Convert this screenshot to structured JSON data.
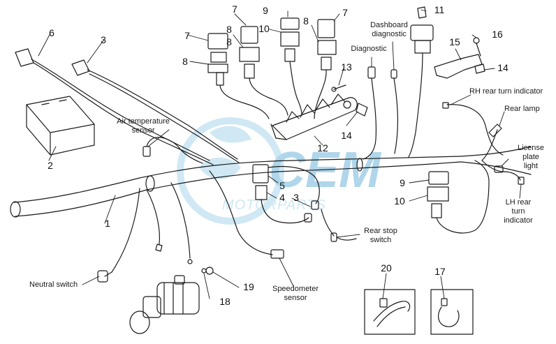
{
  "diagram": {
    "labels": {
      "air_temperature_sensor": "Air temperature\nsensor",
      "dashboard_diagnostic": "Dashboard\ndiagnostic",
      "diagnostic": "Diagnostic",
      "rh_rear_turn_indicator": "RH rear turn indicator",
      "rear_lamp": "Rear lamp",
      "license_plate_light": "License plate\nlight",
      "lh_rear_turn_indicator": "LH rear turn\nindicator",
      "rear_stop_switch": "Rear stop\nswitch",
      "speedometer_sensor": "Speedometer\nsensor",
      "neutral_switch": "Neutral switch"
    },
    "callouts": [
      "1",
      "2",
      "3",
      "3",
      "4",
      "5",
      "6",
      "7",
      "7",
      "7",
      "8",
      "8",
      "8",
      "8",
      "9",
      "9",
      "10",
      "10",
      "11",
      "12",
      "13",
      "14",
      "14",
      "15",
      "16",
      "17",
      "18",
      "19",
      "20"
    ],
    "watermark": {
      "logo_text": "CEM",
      "sub_text": "MOTORPARTS"
    }
  },
  "colors": {
    "line": "#1a1a1a",
    "watermark": "#a9d6ec",
    "watermark_dark": "#6fb6da"
  }
}
